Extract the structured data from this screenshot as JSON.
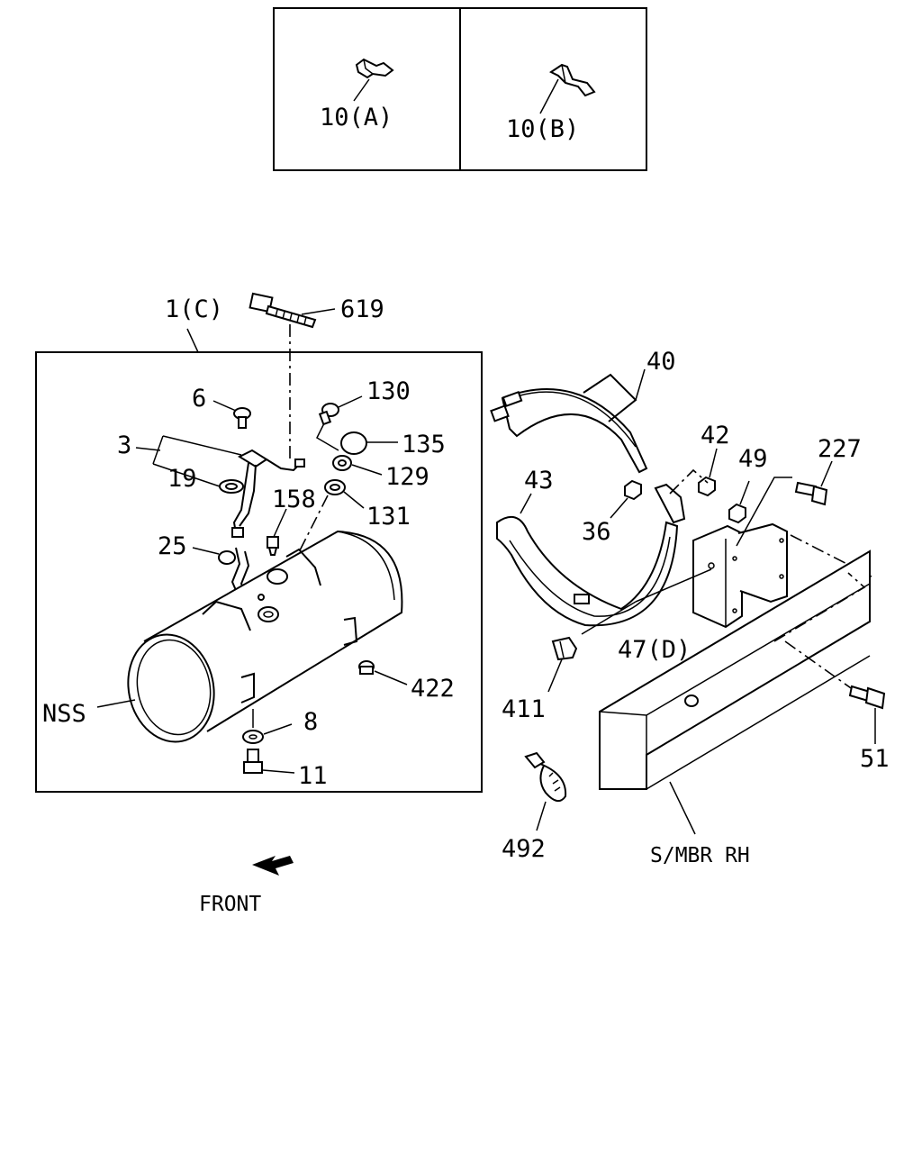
{
  "inset": {
    "left_label": "10(A)",
    "right_label": "10(B)"
  },
  "callouts": {
    "c619": "619",
    "c1c": "1(C)",
    "c6": "6",
    "c130": "130",
    "c3": "3",
    "c135": "135",
    "c19": "19",
    "c129": "129",
    "c158": "158",
    "c131": "131",
    "c25": "25",
    "c422": "422",
    "cnss": "NSS",
    "c8": "8",
    "c11": "11",
    "c40": "40",
    "c43": "43",
    "c42": "42",
    "c49": "49",
    "c227": "227",
    "c36": "36",
    "c47d": "47(D)",
    "c411": "411",
    "c51": "51",
    "c492": "492",
    "csmbr": "S/MBR RH"
  },
  "front": {
    "label": "FRONT"
  }
}
